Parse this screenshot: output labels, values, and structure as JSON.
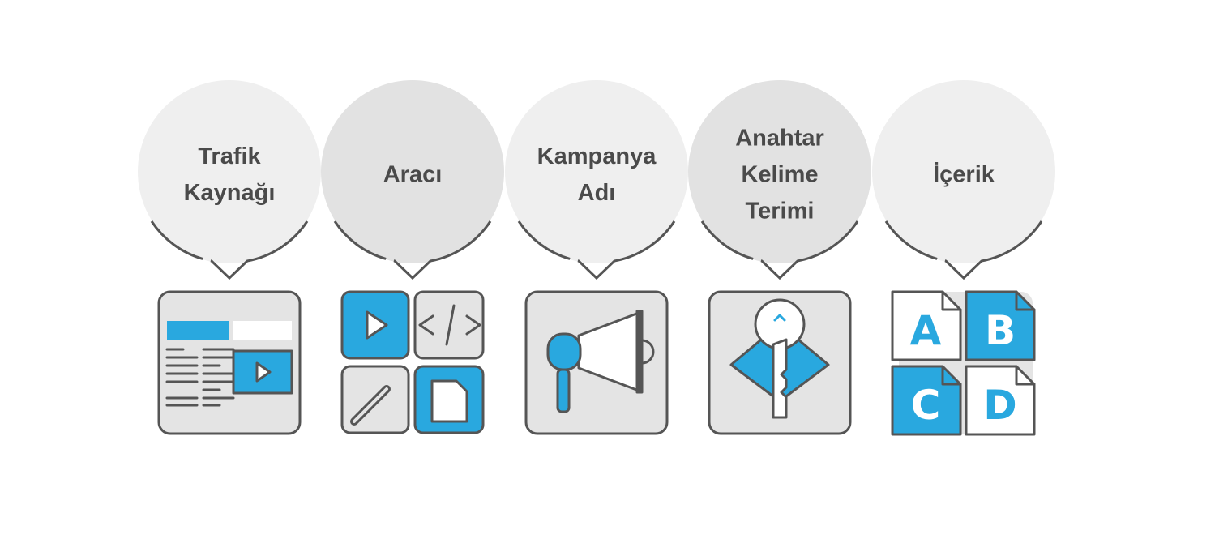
{
  "colors": {
    "accent": "#29a8df",
    "stroke": "#555555",
    "bubble_light": "#efefef",
    "bubble_dark": "#e2e2e2",
    "tile": "#e4e4e4"
  },
  "items": [
    {
      "label_lines": [
        "Trafik",
        "Kaynağı"
      ],
      "icon": "webpage-video-icon"
    },
    {
      "label_lines": [
        "Aracı"
      ],
      "icon": "media-tiles-icon"
    },
    {
      "label_lines": [
        "Kampanya",
        "Adı"
      ],
      "icon": "megaphone-icon"
    },
    {
      "label_lines": [
        "Anahtar",
        "Kelime",
        "Terimi"
      ],
      "icon": "key-icon"
    },
    {
      "label_lines": [
        "İçerik"
      ],
      "icon": "abcd-documents-icon"
    }
  ],
  "abcd": [
    "A",
    "B",
    "C",
    "D"
  ]
}
